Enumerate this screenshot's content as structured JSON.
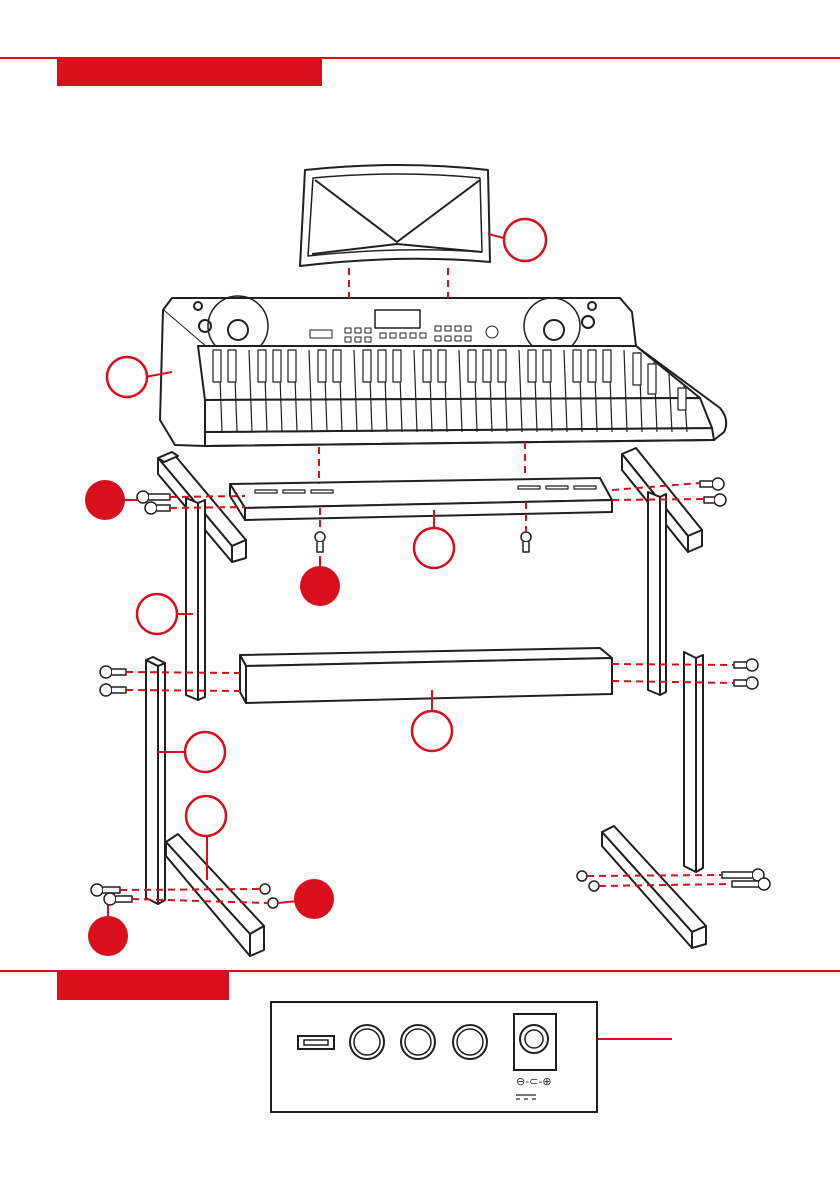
{
  "colors": {
    "accent": "#d90f1c",
    "line": "#231f20",
    "panel_border": "#231f20",
    "fill": "#ffffff"
  },
  "sections": [
    {
      "name": "assembly-section",
      "heading": ""
    },
    {
      "name": "connection-section",
      "heading": ""
    }
  ],
  "callouts": {
    "open": [
      "music-stand",
      "keyboard",
      "upper-frame-leg",
      "top-bar",
      "lower-bar",
      "lower-left-leg",
      "foot-bar"
    ],
    "filled": [
      "knob-screws-upper",
      "bolts-top-bar",
      "bolts-foot",
      "nuts-foot"
    ]
  },
  "rear_panel": {
    "polarity_label": "⊖-⊂-⊕",
    "dc_symbol": "⎓"
  }
}
